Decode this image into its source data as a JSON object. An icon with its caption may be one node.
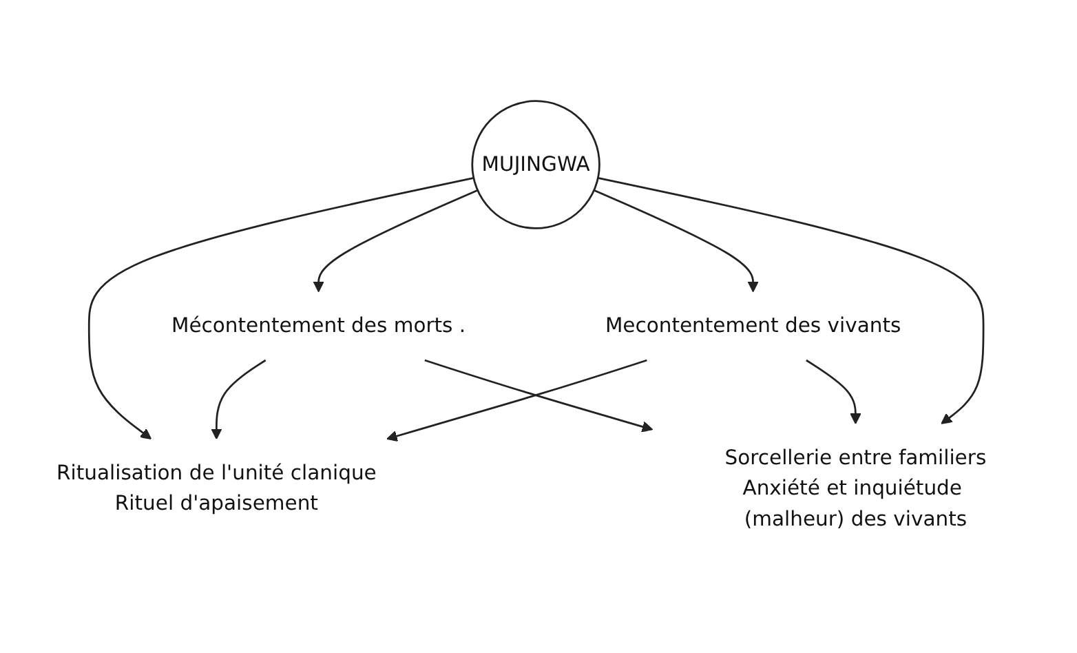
{
  "diagram": {
    "nodes": [
      {
        "text": [
          "MUJINGWA"
        ]
      },
      {
        "text": [
          "Ritualisation de l'unité clanique",
          "Rituel d'apaisement"
        ]
      },
      {
        "text": [
          "Mécontentement des morts ."
        ]
      },
      {
        "text": [
          "Mecontentement des vivants"
        ]
      },
      {
        "text": [
          "Sorcellerie entre familiers",
          "Anxiété et inquiétude (malheur) des vivants"
        ]
      }
    ],
    "edges": [
      {
        "from": 0,
        "to": 1,
        "arrow": "to"
      },
      {
        "from": 0,
        "to": 2,
        "arrow": "to"
      },
      {
        "from": 0,
        "to": 3,
        "arrow": "to"
      },
      {
        "from": 0,
        "to": 4,
        "arrow": "to"
      },
      {
        "from": 2,
        "to": 1,
        "arrow": "to"
      },
      {
        "from": 3,
        "to": 1,
        "arrow": "to"
      },
      {
        "from": 2,
        "to": 4,
        "arrow": "to"
      },
      {
        "from": 3,
        "to": 4,
        "arrow": "to"
      }
    ]
  }
}
